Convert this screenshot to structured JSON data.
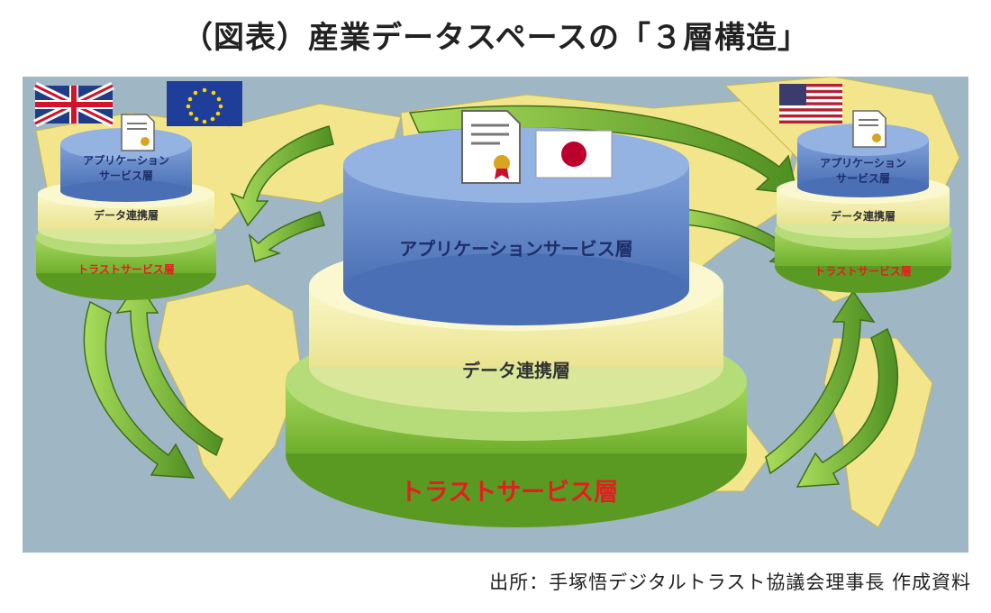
{
  "title": "（図表）産業データスペースの「３層構造」",
  "source": "出所：手塚悟デジタルトラスト協議会理事長 作成資料",
  "layers": {
    "application": "アプリケーションサービス層",
    "application_line1": "アプリケーション",
    "application_line2": "サービス層",
    "data": "データ連携層",
    "trust": "トラストサービス層"
  },
  "flags": [
    "uk-flag",
    "eu-flag",
    "japan-flag",
    "us-flag"
  ],
  "colors": {
    "map_ocean": "#9fb7c4",
    "map_land": "#f2e58c",
    "application_layer": "#5b80c4",
    "data_layer": "#f4f0a8",
    "trust_layer": "#8cc63f",
    "trust_text": "#e02020",
    "arrow": "#6fb232"
  }
}
